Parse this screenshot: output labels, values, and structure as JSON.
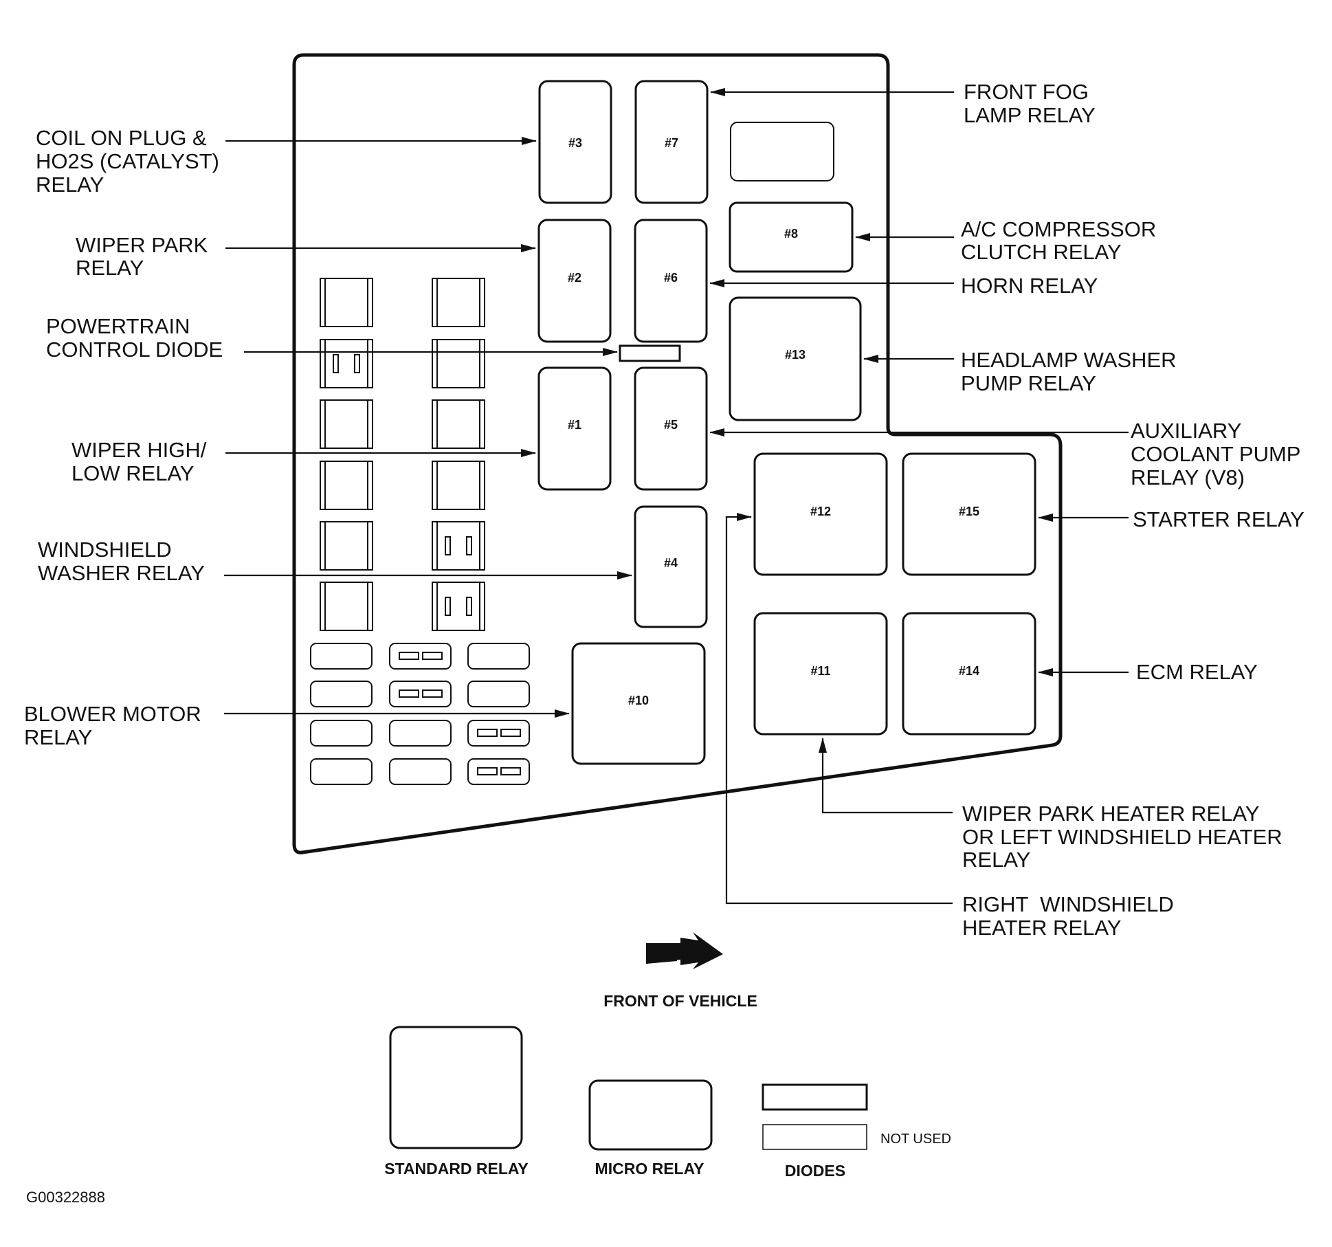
{
  "relays": {
    "r3": "#3",
    "r7": "#7",
    "r8": "#8",
    "r2": "#2",
    "r6": "#6",
    "r13": "#13",
    "r1": "#1",
    "r5": "#5",
    "r12": "#12",
    "r15": "#15",
    "r4": "#4",
    "r11": "#11",
    "r14": "#14",
    "r10": "#10"
  },
  "labels": {
    "coil_on_plug": [
      "COIL ON PLUG &",
      "HO2S (CATALYST)",
      "RELAY"
    ],
    "wiper_park": [
      "WIPER PARK",
      "RELAY"
    ],
    "powertrain_diode": [
      "POWERTRAIN",
      "CONTROL DIODE"
    ],
    "wiper_high_low": [
      "WIPER HIGH/",
      "LOW RELAY"
    ],
    "windshield_washer": [
      "WINDSHIELD",
      "WASHER RELAY"
    ],
    "blower_motor": [
      "BLOWER MOTOR",
      "RELAY"
    ],
    "front_fog": [
      "FRONT FOG",
      "LAMP RELAY"
    ],
    "ac_compressor": [
      "A/C COMPRESSOR",
      "CLUTCH RELAY"
    ],
    "horn": [
      "HORN RELAY"
    ],
    "headlamp_washer": [
      "HEADLAMP WASHER",
      "PUMP RELAY"
    ],
    "aux_coolant": [
      "AUXILIARY",
      "COOLANT PUMP",
      "RELAY (V8)"
    ],
    "starter": [
      "STARTER RELAY"
    ],
    "ecm": [
      "ECM RELAY"
    ],
    "wiper_park_heater": [
      "WIPER PARK HEATER RELAY",
      "OR LEFT WINDSHIELD HEATER",
      "RELAY"
    ],
    "right_windshield": [
      "RIGHT  WINDSHIELD",
      "HEATER RELAY"
    ]
  },
  "front_of_vehicle": "FRONT OF VEHICLE",
  "legend": {
    "standard_relay": "STANDARD RELAY",
    "micro_relay": "MICRO RELAY",
    "diodes": "DIODES",
    "not_used": "NOT USED"
  },
  "figure_id": "G00322888"
}
